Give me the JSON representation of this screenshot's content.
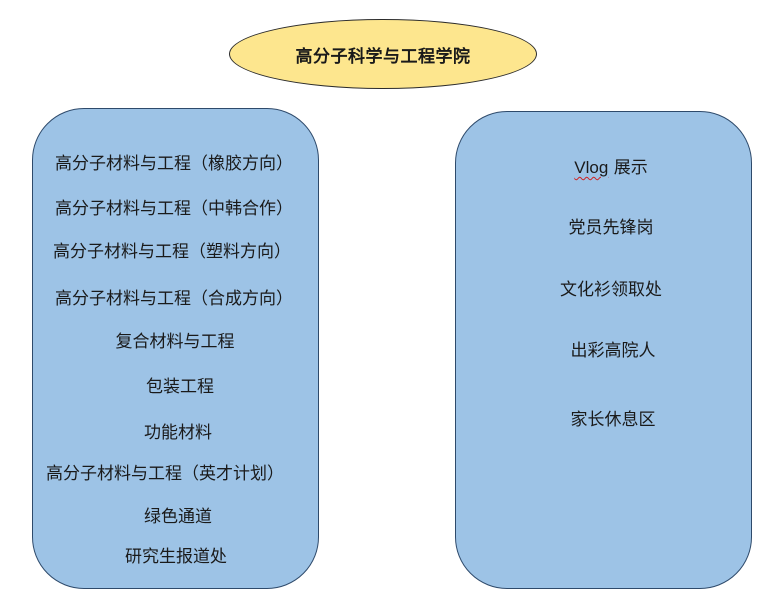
{
  "title": "高分子科学与工程学院",
  "left_panel": {
    "items": [
      "高分子材料与工程（橡胶方向）",
      "高分子材料与工程（中韩合作）",
      "高分子材料与工程（塑料方向）",
      "高分子材料与工程（合成方向）",
      "复合材料与工程",
      "包装工程",
      "功能材料",
      "高分子材料与工程（英才计划）",
      "绿色通道",
      "研究生报道处"
    ]
  },
  "right_panel": {
    "vlog_word": "Vlog",
    "vlog_rest": " 展示",
    "items": [
      "党员先锋岗",
      "文化衫领取处",
      "出彩高院人",
      "家长休息区"
    ]
  },
  "colors": {
    "title_fill": "#fde68e",
    "panel_fill": "#9dc3e6",
    "spellcheck_underline": "#d02020"
  }
}
